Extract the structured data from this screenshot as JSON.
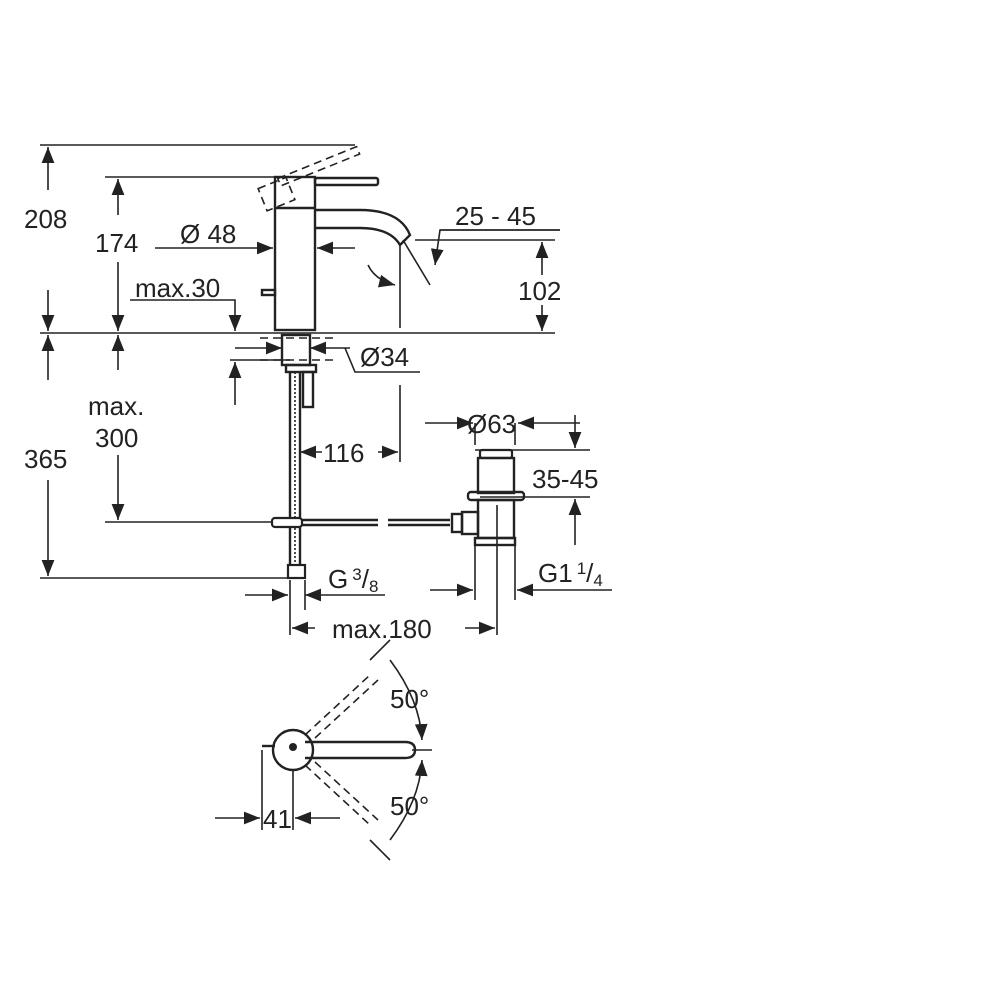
{
  "title": "Basin mixer dimension drawing",
  "colors": {
    "line": "#222222",
    "background": "#ffffff"
  },
  "dimensions": {
    "total_height": "208",
    "body_height": "174",
    "body_diameter": "Ø 48",
    "max_deck": "max.30",
    "spout_angle": "25 - 45",
    "spout_height": "102",
    "mount_hole": "Ø34",
    "max_below_1": "max.",
    "max_below_2": "300",
    "below_height": "365",
    "spout_reach": "116",
    "waste_diameter": "Ø63",
    "waste_range": "35-45",
    "connection_g": "G",
    "connection_num": "3",
    "connection_den": "8",
    "waste_g": "G1",
    "waste_num": "1",
    "waste_den": "4",
    "max_reach": "max.180",
    "angle_top": "50°",
    "angle_bottom": "50°",
    "handle_offset": "41"
  }
}
